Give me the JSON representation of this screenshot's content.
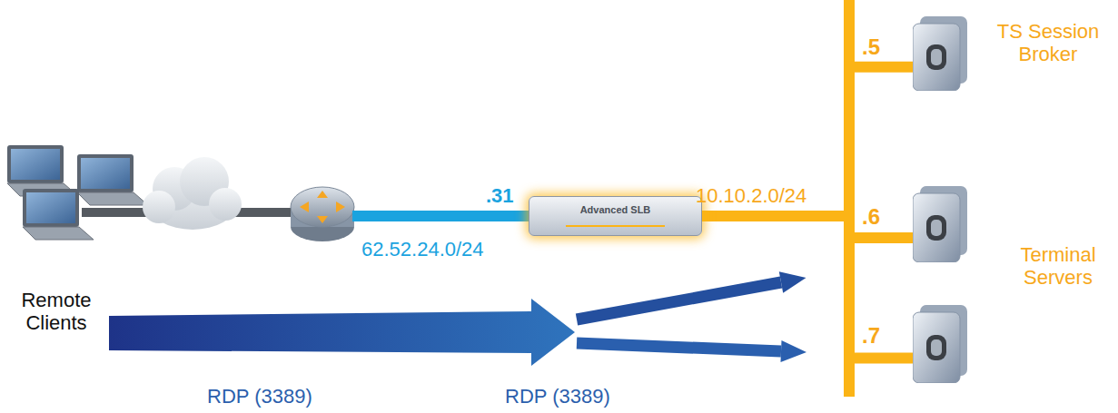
{
  "diagram": {
    "nodes": [
      {
        "text": [
          "Advanced SLB"
        ]
      },
      {
        "text": [
          ".5",
          "TS Session Broker"
        ]
      },
      {
        "text": [
          ".6"
        ]
      },
      {
        "text": [
          ".7"
        ]
      }
    ],
    "edges": [
      {
        "from": 0,
        "to": 1,
        "arrow": "none"
      },
      {
        "from": 0,
        "to": 2,
        "arrow": "none"
      },
      {
        "from": 0,
        "to": 3,
        "arrow": "none"
      }
    ],
    "labels": [
      ".31",
      "62.52.24.0/24",
      "10.10.2.0/24",
      "Terminal Servers",
      "Remote Clients",
      "RDP (3389)",
      "RDP (3389)"
    ]
  }
}
